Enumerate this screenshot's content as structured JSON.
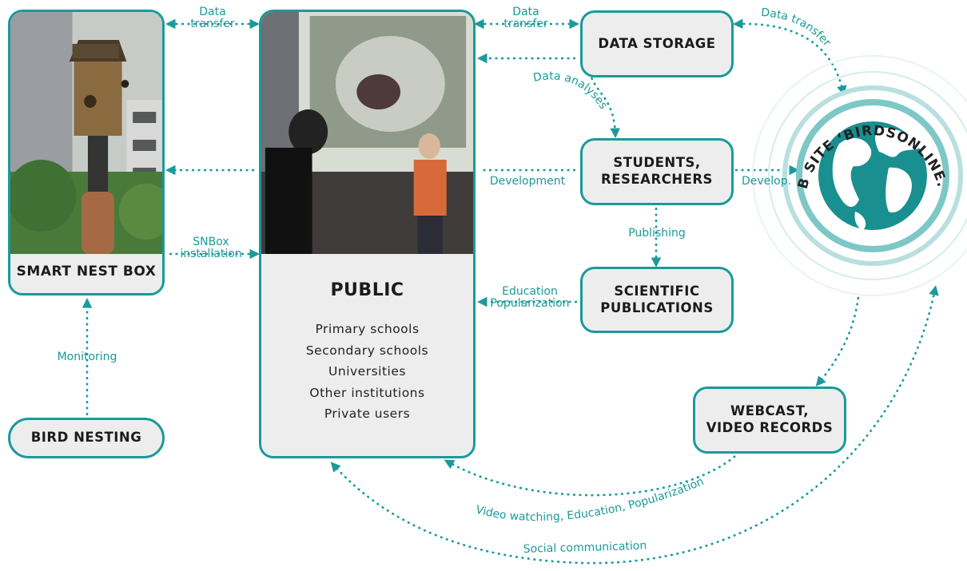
{
  "nodes": {
    "smart_nest_box": "SMART NEST BOX",
    "public": "PUBLIC",
    "public_audiences": [
      "Primary schools",
      "Secondary schools",
      "Universities",
      "Other institutions",
      "Private users"
    ],
    "data_storage": "DATA STORAGE",
    "students": "STUDENTS,\nRESEARCHERS",
    "scientific": "SCIENTIFIC\nPUBLICATIONS",
    "webcast": "WEBCAST,\nVIDEO RECORDS",
    "bird_nesting": "BIRD NESTING",
    "website": "WEB SITE ‘BIRDSONLINE.CZ’"
  },
  "edges": {
    "nest_public_transfer": "Data\ntransfer",
    "public_storage_transfer": "Data\ntransfer",
    "storage_website_transfer": "Data transfer",
    "storage_students_analyses": "Data analyses",
    "public_students_development": "Development",
    "students_website_develop": "Develop.",
    "students_sci_publishing": "Publishing",
    "sci_public_education": "Education\nPopularization",
    "public_nest_installation": "SNBox\ninstallation",
    "bird_nest_monitoring": "Monitoring",
    "webcast_public_watching": "Video watching, Education, Popularization",
    "website_public_social": "Social communication"
  },
  "colors": {
    "accent": "#1a9a9a",
    "box_fill": "#ededed"
  },
  "icons": {
    "globe": "globe-icon"
  }
}
